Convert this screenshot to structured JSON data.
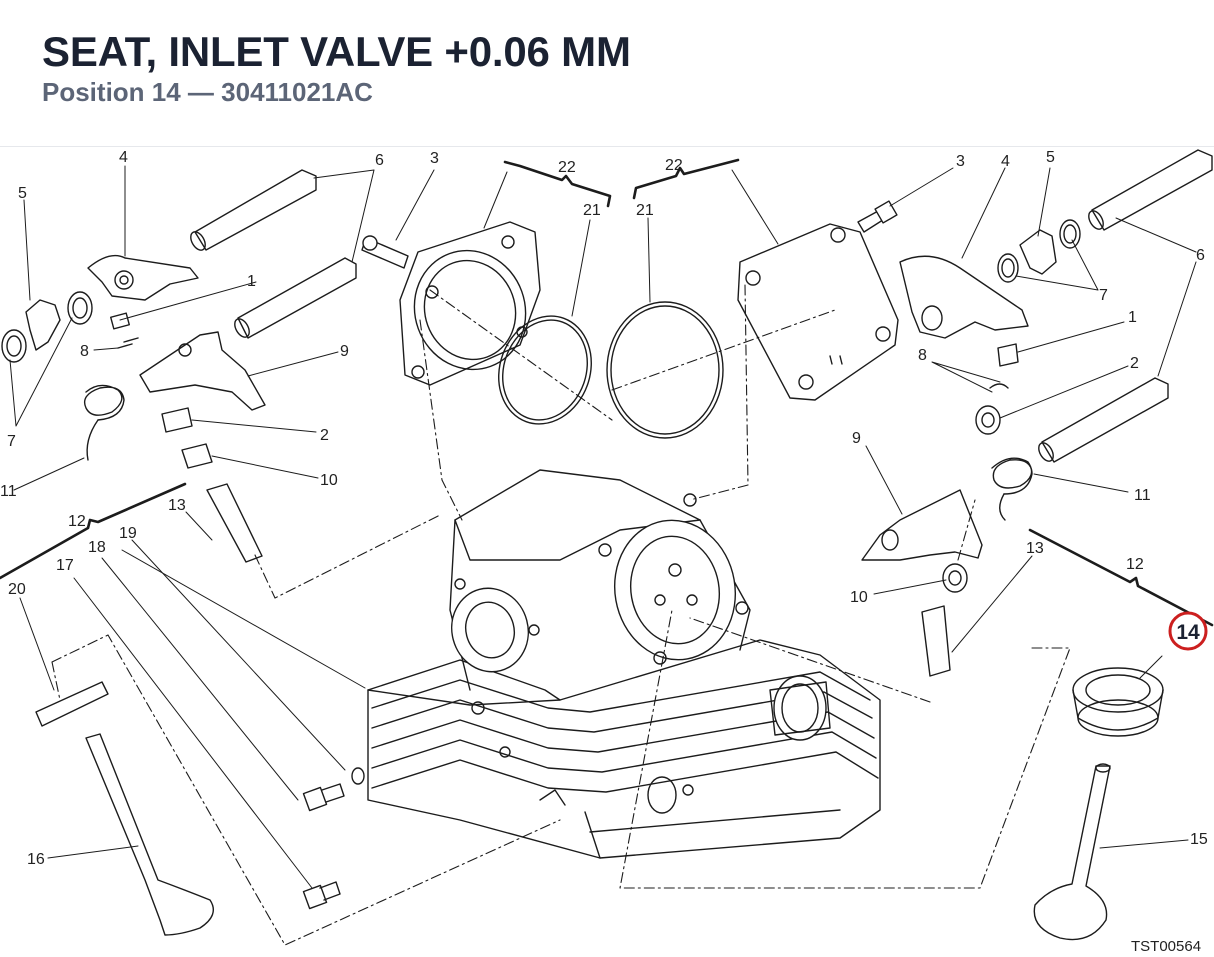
{
  "header": {
    "title": "SEAT, INLET VALVE +0.06 MM",
    "subtitle": "Position 14 — 30411021AC"
  },
  "diagram": {
    "labels": {
      "l4a": "4",
      "l6a": "6",
      "l3a": "3",
      "l22a": "22",
      "l22b": "22",
      "l3b": "3",
      "l4b": "4",
      "l5b": "5",
      "l5a": "5",
      "l21a": "21",
      "l21b": "21",
      "l6b": "6",
      "l1a": "1",
      "l7b": "7",
      "l8a": "8",
      "l9a": "9",
      "l1b": "1",
      "l8b": "8",
      "l2b": "2",
      "l7a": "7",
      "l2a": "2",
      "l9b": "9",
      "l11a": "11",
      "l10a": "10",
      "l11b": "11",
      "l12a": "12",
      "l13a": "13",
      "l13b": "13",
      "l12b": "12",
      "l10b": "10",
      "l19": "19",
      "l18": "18",
      "l17": "17",
      "l20": "20",
      "l16": "16",
      "l15": "15"
    },
    "highlight": {
      "label": "14",
      "color": "#cc1f1f"
    },
    "drawing_code": "TST00564"
  }
}
